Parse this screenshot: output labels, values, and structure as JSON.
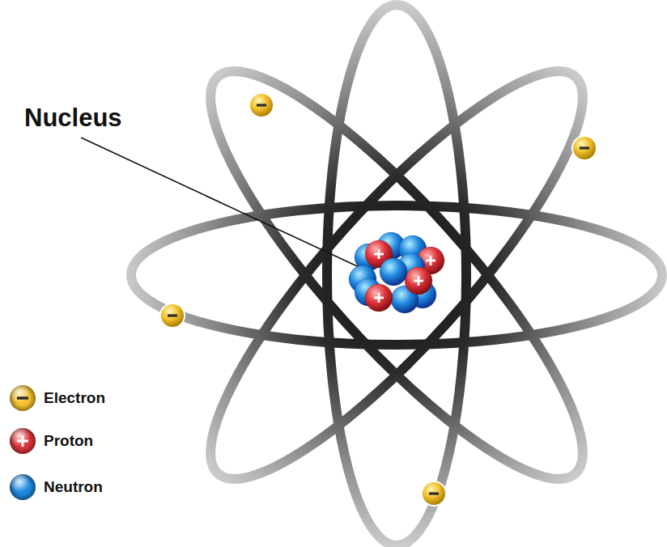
{
  "diagram": {
    "labels": [
      "Nucleus"
    ],
    "legend": [
      {
        "text": "Electron",
        "color": "#f2c12e"
      },
      {
        "text": "Proton",
        "color": "#e0343a"
      },
      {
        "text": "Neutron",
        "color": "#1e88e0"
      }
    ]
  }
}
